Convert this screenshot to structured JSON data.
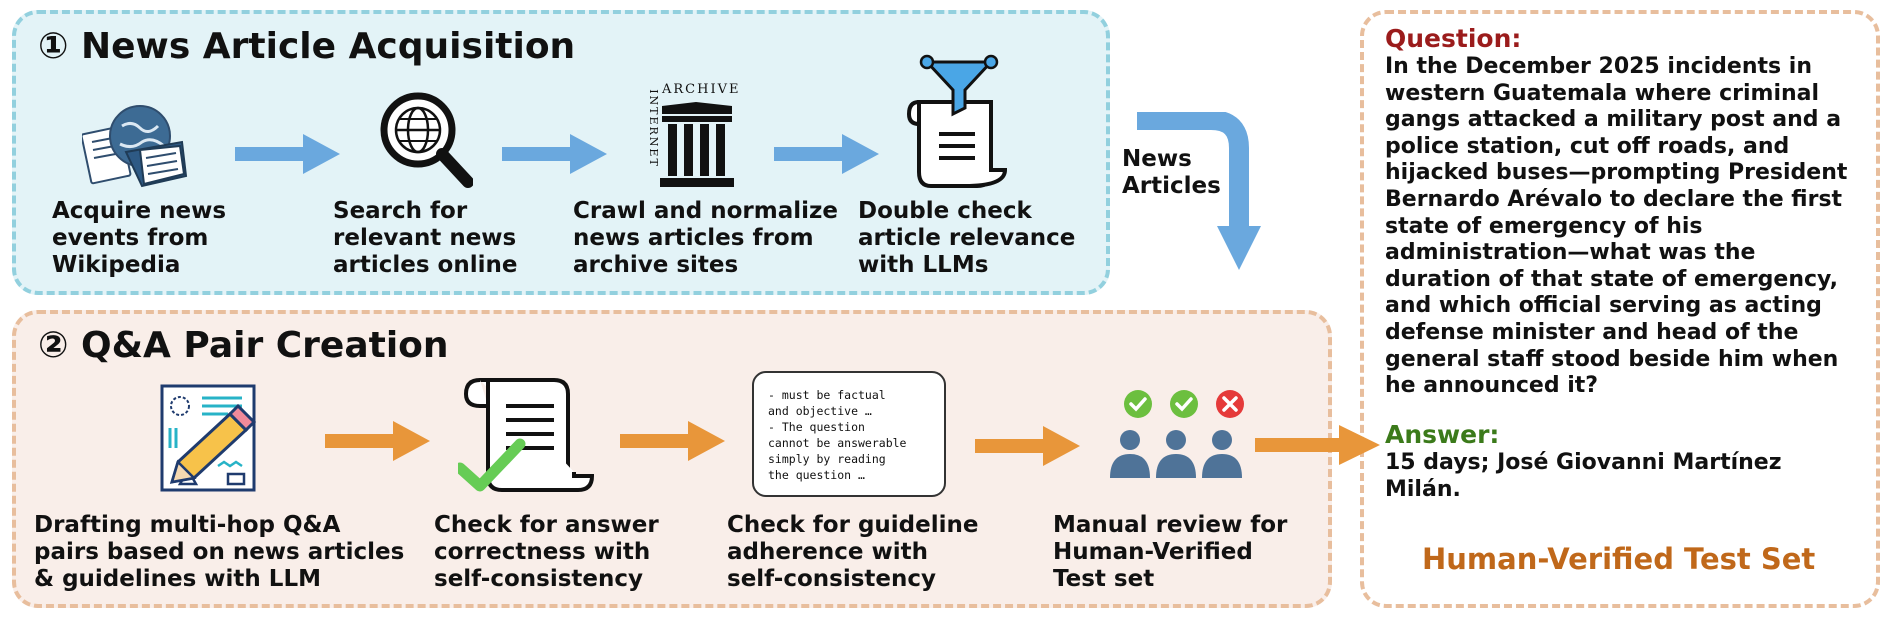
{
  "section1": {
    "title": "① News Article Acquisition",
    "steps": [
      {
        "label": "Acquire news\nevents from\nWikipedia",
        "icon": "news-globe-icon"
      },
      {
        "label": "Search for\nrelevant news\narticles online",
        "icon": "globe-magnifier-icon"
      },
      {
        "label": "Crawl and normalize\nnews articles from\narchive sites",
        "icon": "internet-archive-icon"
      },
      {
        "label": "Double check\narticle relevance\nwith LLMs",
        "icon": "filter-scroll-icon"
      }
    ],
    "archive_word": "ARCHIVE",
    "internet_word": "INTERNET"
  },
  "flow_label": "News\nArticles",
  "section2": {
    "title": "② Q&A Pair Creation",
    "steps": [
      {
        "label": "Drafting multi-hop Q&A\npairs based on news articles\n& guidelines with LLM",
        "icon": "pencil-drawing-icon"
      },
      {
        "label": "Check for answer\ncorrectness with\nself-consistency",
        "icon": "scroll-check-icon"
      },
      {
        "label": "Check for guideline\nadherence with\nself-consistency",
        "icon": "guideline-note-icon"
      },
      {
        "label": "Manual review for\nHuman-Verified\nTest set",
        "icon": "reviewers-icon"
      }
    ],
    "guideline_text": "- must be factual\nand objective …\n- The question\ncannot be answerable\nsimply by reading\nthe question …"
  },
  "result": {
    "question_heading": "Question:",
    "question_text": "In the December 2025 incidents in\nwestern Guatemala where criminal\ngangs attacked a military post and a\npolice station, cut off roads, and\nhijacked buses—prompting President\nBernardo Arévalo to declare the first\nstate of emergency of his\nadministration—what was the\nduration of that state of emergency,\nand which official serving as acting\ndefense minister and head of the\ngeneral staff stood beside him when\nhe announced it?",
    "answer_heading": "Answer:",
    "answer_text": "15 days; José Giovanni Martínez\nMilán.",
    "footer": "Human-Verified Test Set"
  },
  "colors": {
    "blue_arrow": "#6aa8de",
    "orange_arrow": "#e8963a",
    "question_heading": "#9b1c1c",
    "answer_heading": "#3b7a1a",
    "footer": "#c0681a",
    "panel1_bg": "#e3f3f7",
    "panel2_bg": "#f9eee9"
  }
}
